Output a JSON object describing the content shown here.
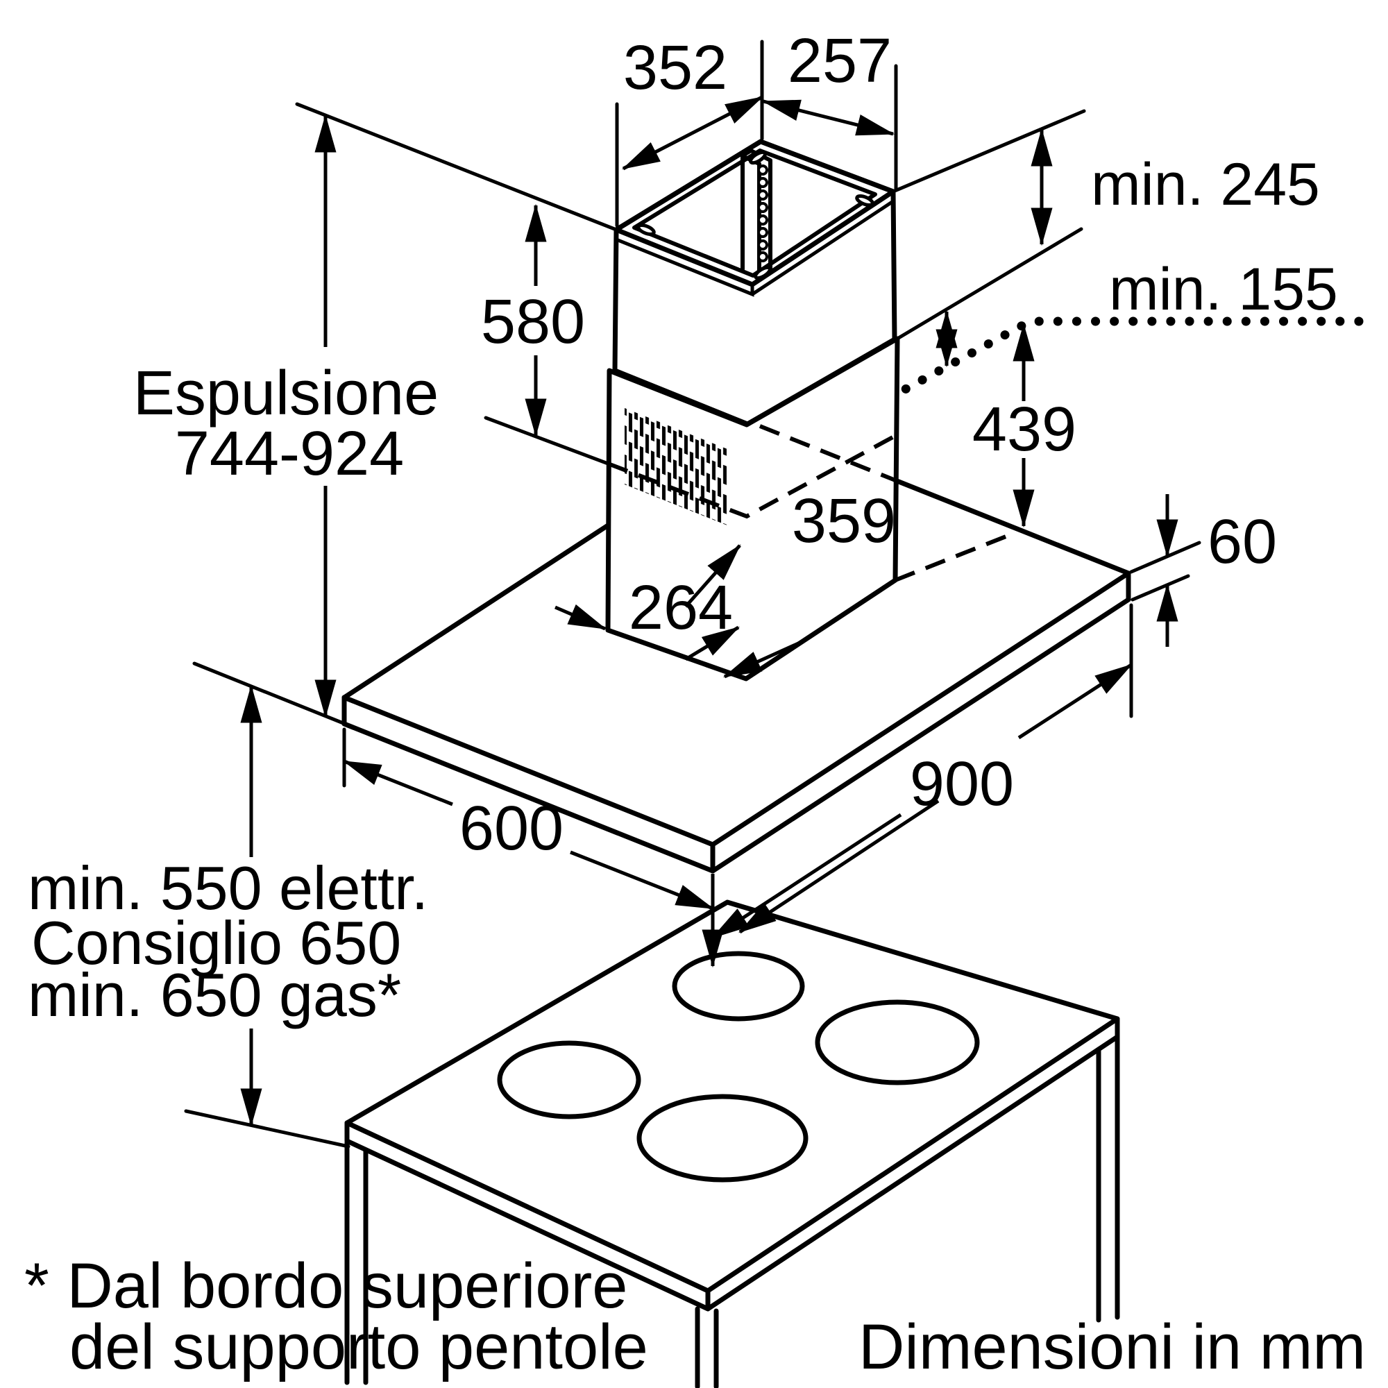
{
  "diagram": {
    "type": "installation dimension drawing, island cooker hood",
    "units_note": "Dimensioni in mm",
    "footnote_line1": "* Dal bordo superiore",
    "footnote_line2": "del supporto pentole"
  },
  "dimensions": {
    "chimney_top_width_left": "352",
    "chimney_top_width_right": "257",
    "ceiling_clearance_min": "min. 245",
    "flue_overlap_min": "min. 155",
    "upper_chimney_height": "580",
    "exhaust_mode_label": "Espulsione",
    "exhaust_height_range": "744-924",
    "lower_chimney_height": "439",
    "chimney_base_depth": "359",
    "chimney_base_width": "264",
    "canopy_thickness": "60",
    "canopy_length": "900",
    "canopy_depth": "600",
    "hob_clearance_electric": "min. 550 elettr.",
    "hob_clearance_advice": "Consiglio 650",
    "hob_clearance_gas": "min. 650 gas*"
  }
}
